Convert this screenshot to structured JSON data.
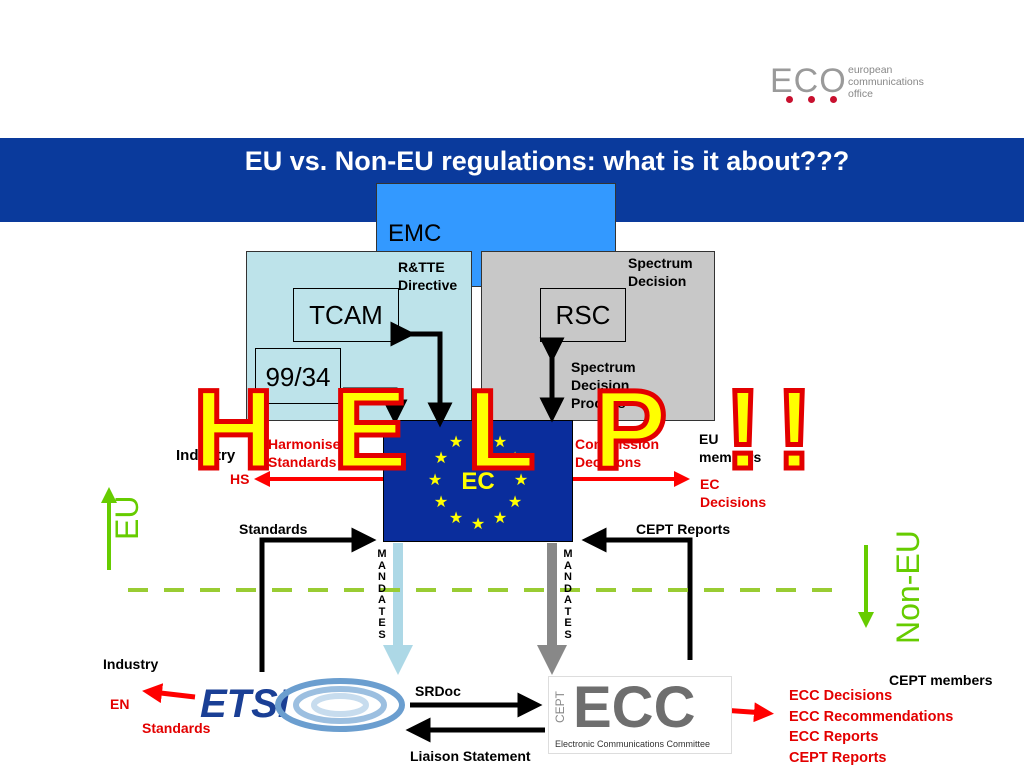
{
  "slide": {
    "title": "EU vs. Non-EU regulations:  what is it about???",
    "help_overlay": "H E L P !!"
  },
  "logo": {
    "mark": "ECO",
    "name_line1": "european",
    "name_line2": "communications",
    "name_line3": "office"
  },
  "eu_side": {
    "emc_label": "EMC",
    "rtte_label_line1": "R&TTE",
    "rtte_label_line2": "Directive",
    "tcam_label": "TCAM",
    "directive_label": "99/34",
    "spectrum_decision_line1": "Spectrum",
    "spectrum_decision_line2": "Decision",
    "rsc_label": "RSC",
    "sdp_line1": "Spectrum",
    "sdp_line2": "Decision",
    "sdp_line3": "Process",
    "ec_label": "EC",
    "industry_label": "Industry",
    "harmonised_line1": "Harmonised",
    "harmonised_line2": "Standards",
    "hs_label": "HS",
    "commission_line1": "Commission",
    "commission_line2": "Decisions",
    "eu_members_line1": "EU",
    "eu_members_line2": "members",
    "ec_decisions_line1": "EC",
    "ec_decisions_line2": "Decisions",
    "standards_label": "Standards",
    "cept_reports_label": "CEPT Reports",
    "mandates_left": "M\nA\nN\nD\nA\nT\nE\nS",
    "mandates_right": "M\nA\nN\nD\nA\nT\nE\nS"
  },
  "divider": {
    "eu_label": "EU",
    "noneu_label": "Non-EU"
  },
  "non_eu_side": {
    "industry_label": "Industry",
    "en_label": "EN",
    "standards_label": "Standards",
    "etsi_label": "ETSI",
    "srdoc_label": "SRDoc",
    "liaison_label": "Liaison Statement",
    "ecc_cept_label": "CEPT",
    "ecc_label": "ECC",
    "ecc_subtitle": "Electronic Communications Committee",
    "cept_members_label": "CEPT members",
    "outputs": [
      "ECC Decisions",
      "ECC Recommendations",
      "ECC Reports",
      "CEPT Reports"
    ]
  },
  "colors": {
    "band": "#0a3a9c",
    "emc_box": "#3399ff",
    "rtte_box": "#bde3ea",
    "spectrum_box": "#c8c8c8",
    "ec_box": "#0a2d9c",
    "arrow_red": "#ff0000",
    "divider_green": "#66cc00",
    "help_yellow": "#ffff00"
  }
}
